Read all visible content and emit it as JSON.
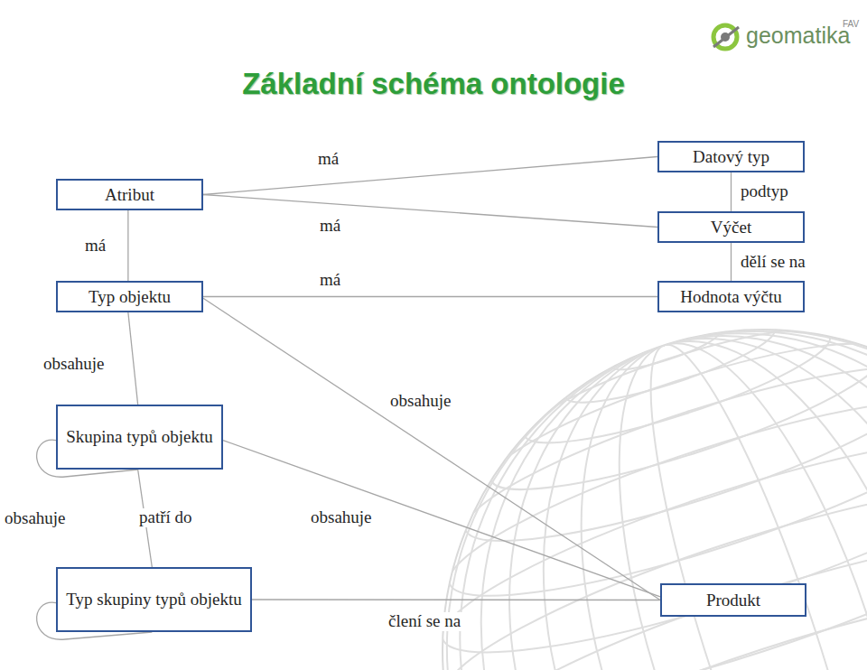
{
  "diagram": {
    "title": "Základní schéma ontologie",
    "nodes": [
      {
        "text": [
          "Atribut"
        ]
      },
      {
        "text": [
          "Datový typ"
        ]
      },
      {
        "text": [
          "Výčet"
        ]
      },
      {
        "text": [
          "Typ objektu"
        ]
      },
      {
        "text": [
          "Hodnota výčtu"
        ]
      },
      {
        "text": [
          "Skupina typů objektu"
        ]
      },
      {
        "text": [
          "Typ skupiny typů objektu"
        ]
      },
      {
        "text": [
          "Produkt"
        ]
      }
    ],
    "edges": [
      {
        "from": 0,
        "to": 1,
        "label": "má",
        "arrow": "none"
      },
      {
        "from": 0,
        "to": 2,
        "label": "má",
        "arrow": "none"
      },
      {
        "from": 3,
        "to": 0,
        "label": "má",
        "arrow": "none"
      },
      {
        "from": 3,
        "to": 4,
        "label": "má",
        "arrow": "none"
      },
      {
        "from": 1,
        "to": 2,
        "label": "podtyp",
        "arrow": "none"
      },
      {
        "from": 2,
        "to": 4,
        "label": "dělí se na",
        "arrow": "none"
      },
      {
        "from": 3,
        "to": 5,
        "label": "obsahuje",
        "arrow": "none"
      },
      {
        "from": 3,
        "to": 7,
        "label": "obsahuje",
        "arrow": "none"
      },
      {
        "from": 5,
        "to": 5,
        "label": "obsahuje",
        "arrow": "none"
      },
      {
        "from": 5,
        "to": 6,
        "label": "patří do",
        "arrow": "none"
      },
      {
        "from": 5,
        "to": 7,
        "label": "obsahuje",
        "arrow": "none"
      },
      {
        "from": 6,
        "to": 7,
        "label": "člení se na",
        "arrow": "none"
      },
      {
        "from": 6,
        "to": 6,
        "arrow": "none"
      }
    ],
    "labels": [
      "geomatika",
      "FAV"
    ]
  }
}
